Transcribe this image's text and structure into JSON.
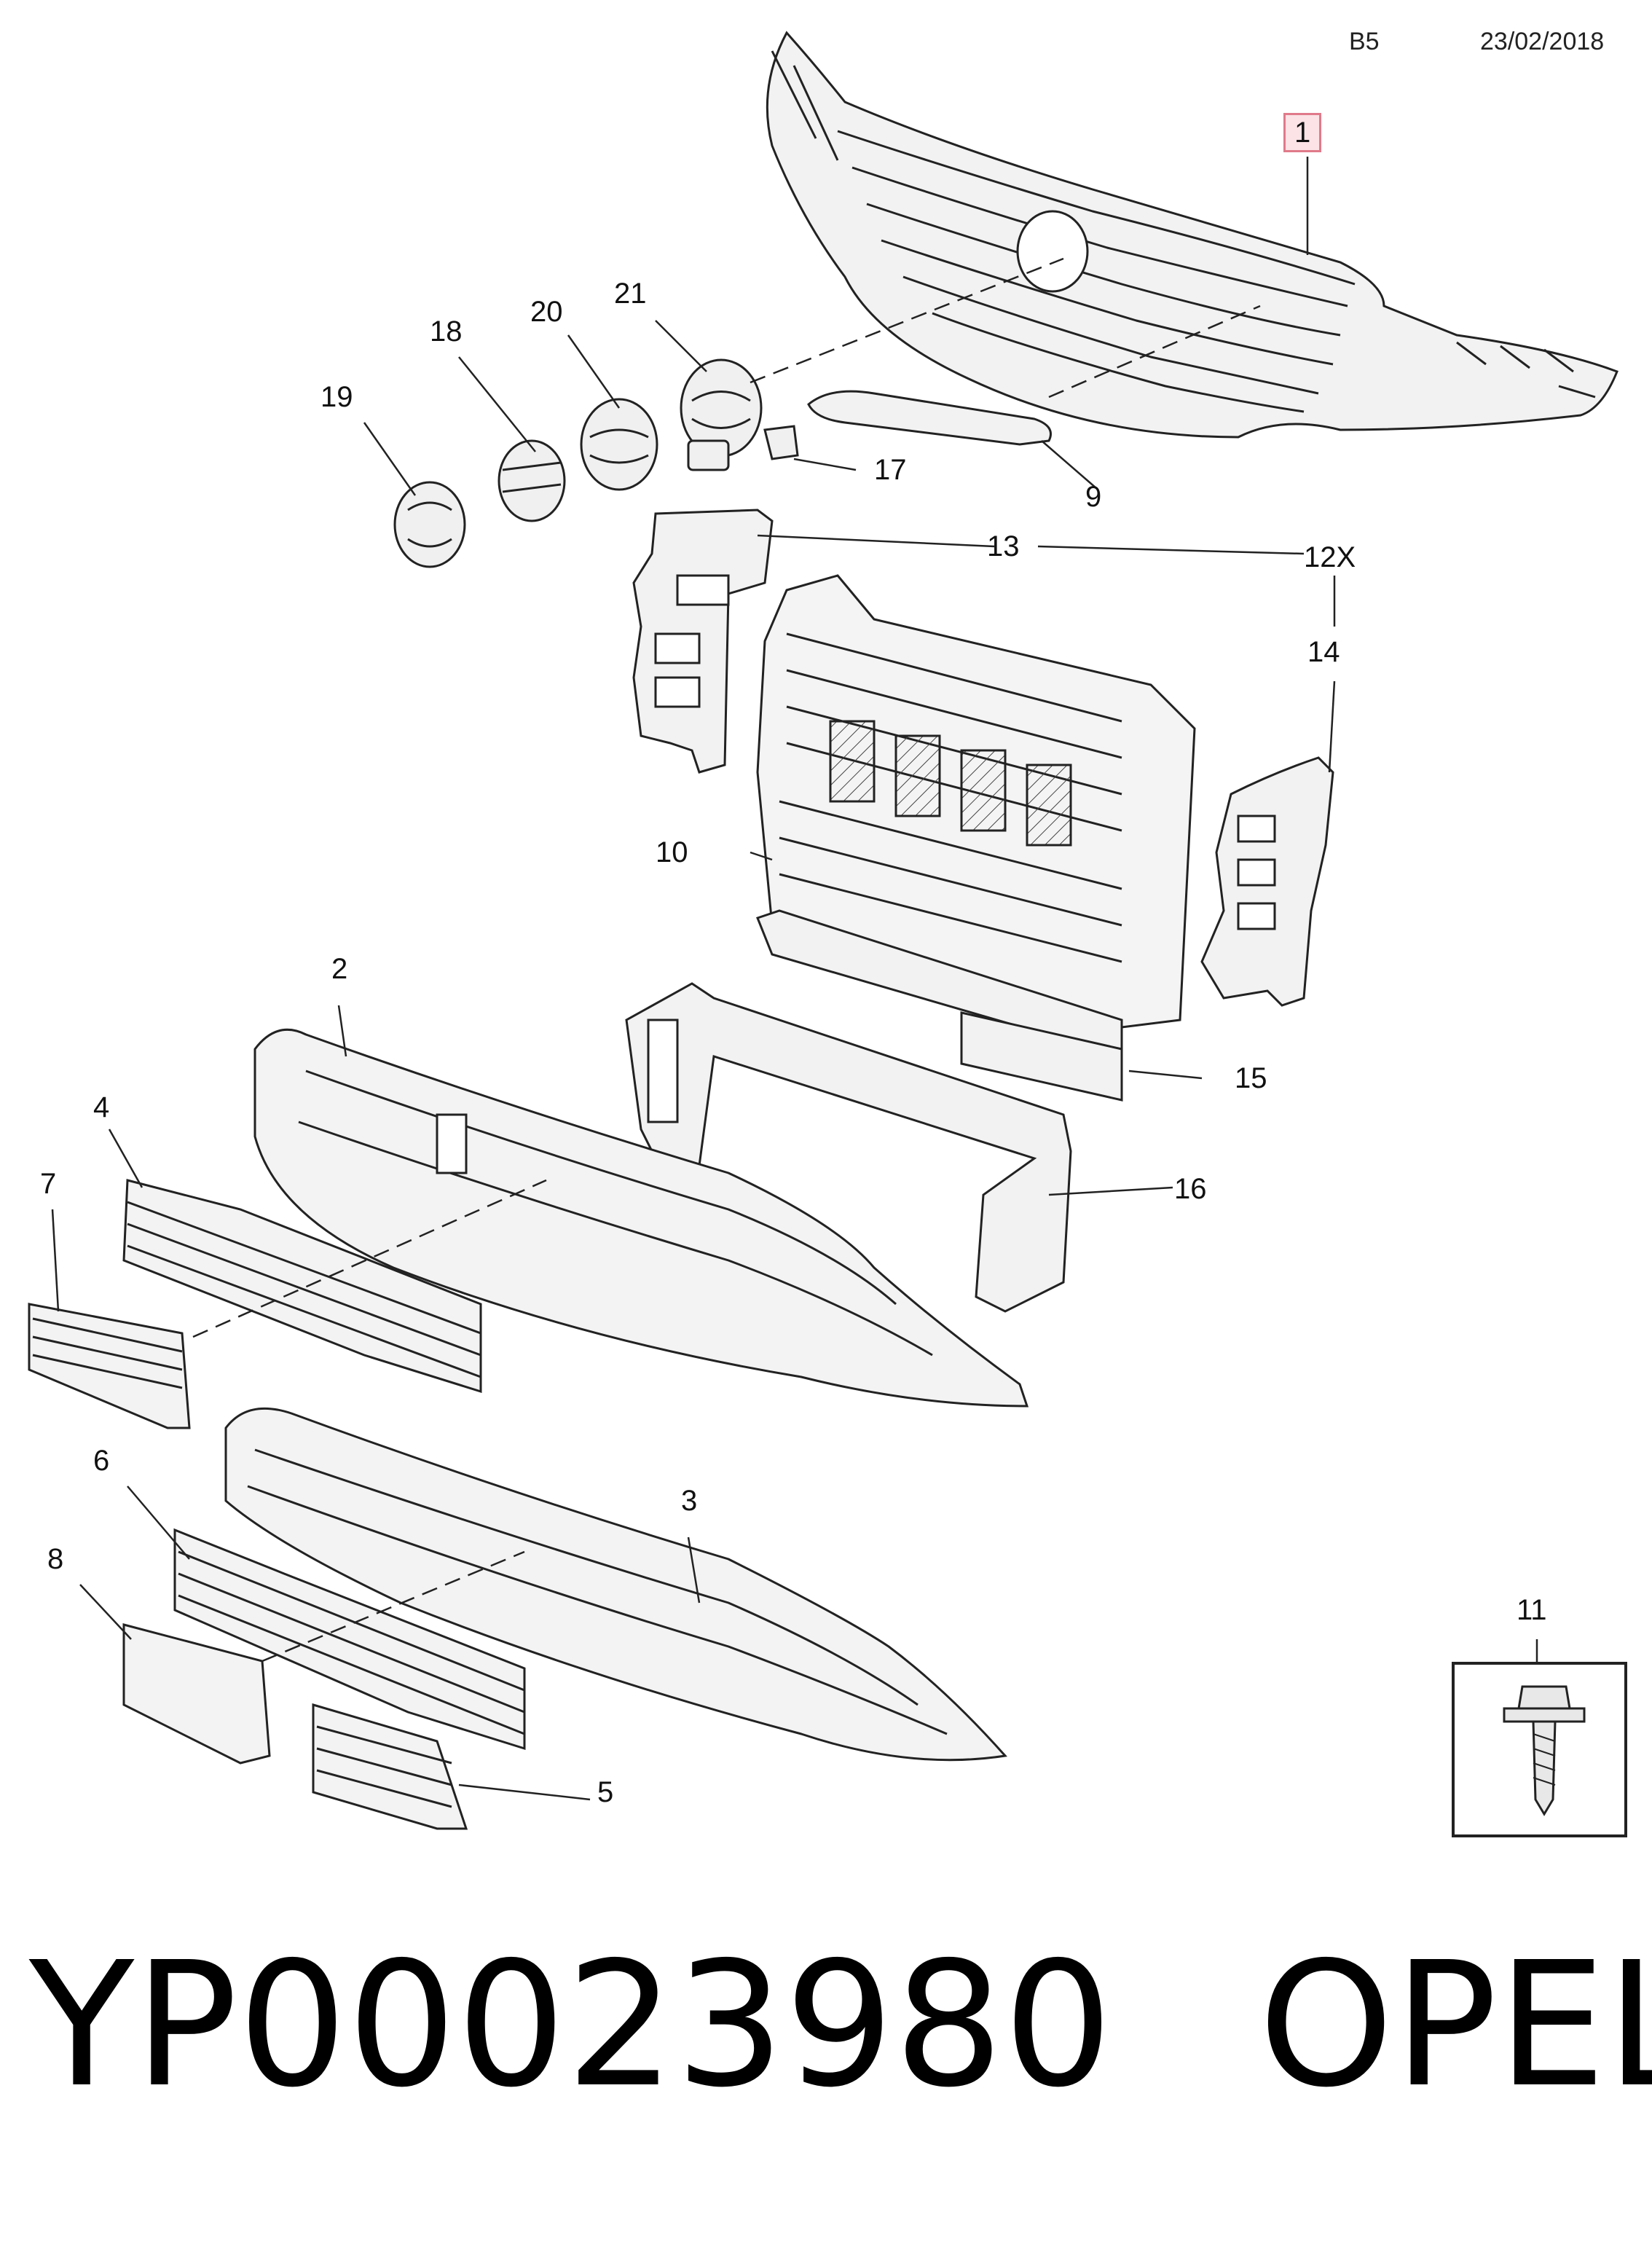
{
  "header": {
    "code": "B5",
    "date": "23/02/2018"
  },
  "callouts": {
    "c1": "1",
    "c2": "2",
    "c3": "3",
    "c4": "4",
    "c5": "5",
    "c6": "6",
    "c7": "7",
    "c8": "8",
    "c9": "9",
    "c10": "10",
    "c11": "11",
    "c12x": "12X",
    "c13": "13",
    "c14": "14",
    "c15": "15",
    "c16": "16",
    "c17": "17",
    "c18": "18",
    "c19": "19",
    "c20": "20",
    "c21": "21"
  },
  "highlight_color": "#e07a8a",
  "footer": {
    "part_number": "YP00023980",
    "brand": "OPEL"
  }
}
